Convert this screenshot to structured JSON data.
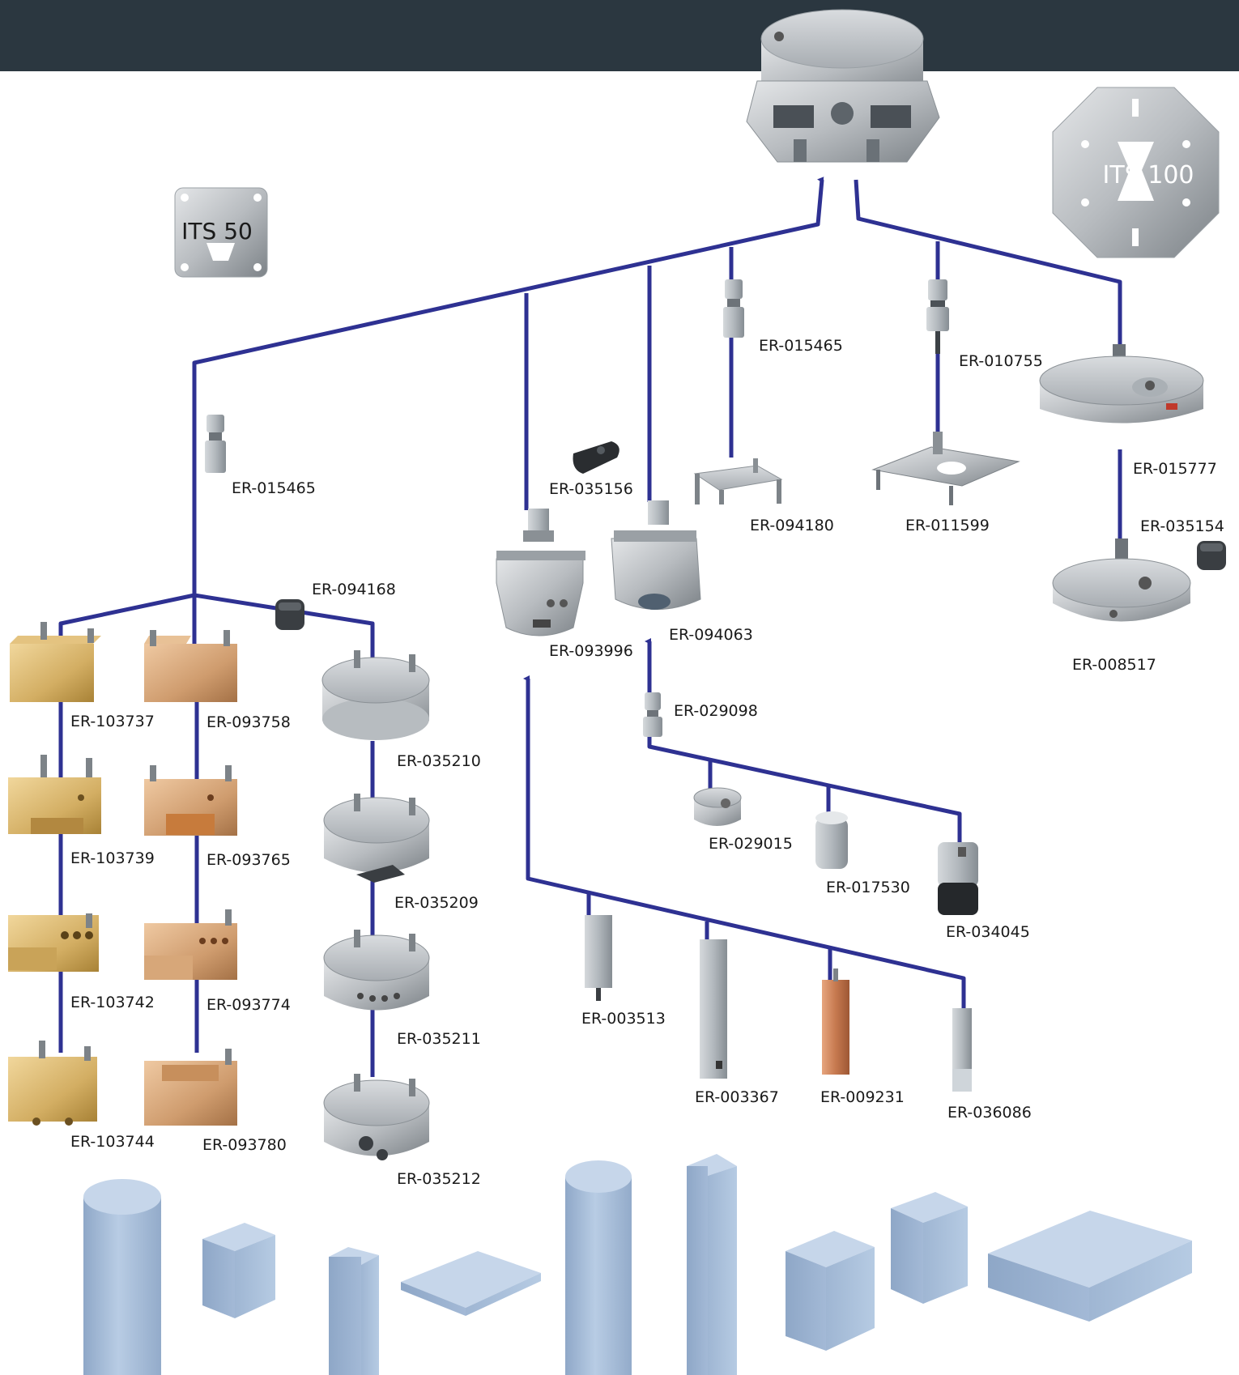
{
  "plates": {
    "its50": "ITS 50",
    "its100": "ITS 100"
  },
  "labels": {
    "er_015465_top": "ER-015465",
    "er_010755": "ER-010755",
    "er_015777": "ER-015777",
    "er_015465_left": "ER-015465",
    "er_035156": "ER-035156",
    "er_094180": "ER-094180",
    "er_011599": "ER-011599",
    "er_035154": "ER-035154",
    "er_094168": "ER-094168",
    "er_093996": "ER-093996",
    "er_094063": "ER-094063",
    "er_008517": "ER-008517",
    "er_029098": "ER-029098",
    "er_103737": "ER-103737",
    "er_093758": "ER-093758",
    "er_035210": "ER-035210",
    "er_029015": "ER-029015",
    "er_017530": "ER-017530",
    "er_034045": "ER-034045",
    "er_103739": "ER-103739",
    "er_093765": "ER-093765",
    "er_035209": "ER-035209",
    "er_103742": "ER-103742",
    "er_093774": "ER-093774",
    "er_035211": "ER-035211",
    "er_003513": "ER-003513",
    "er_003367": "ER-003367",
    "er_009231": "ER-009231",
    "er_036086": "ER-036086",
    "er_103744": "ER-103744",
    "er_093780": "ER-093780",
    "er_035212": "ER-035212"
  },
  "colors": {
    "header": "#2b3740",
    "connector": "#2e3192",
    "workpiece": "#a9c0dc"
  }
}
